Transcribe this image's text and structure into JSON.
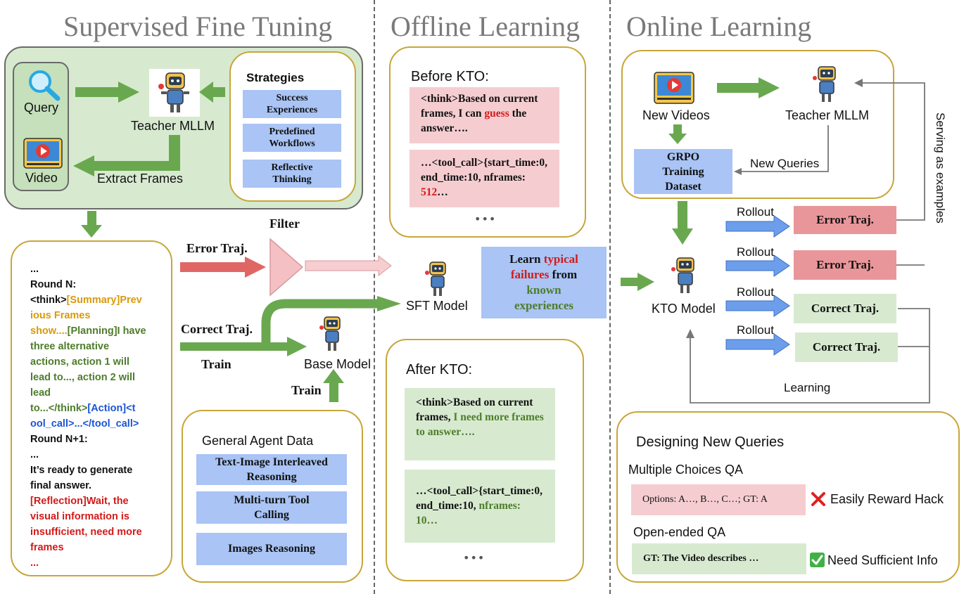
{
  "sections": {
    "sft": "Supervised Fine Tuning",
    "offline": "Offline Learning",
    "online": "Online Learning"
  },
  "sft": {
    "query": "Query",
    "video": "Video",
    "teacher": "Teacher MLLM",
    "extract_frames": "Extract Frames",
    "strategies_title": "Strategies",
    "strategies": [
      "Success Experiences",
      "Predefined Workflows",
      "Reflective Thinking"
    ],
    "filter": "Filter",
    "error_traj": "Error Traj.",
    "correct_traj": "Correct Traj.",
    "train1": "Train",
    "train2": "Train",
    "base_model": "Base Model",
    "sft_model": "SFT Model",
    "trace": {
      "l1": "...",
      "l2": "Round N:",
      "l3a": "<think>",
      "l3b": "[Summary]Prev",
      "l4": "ious Frames",
      "l5a": "show....",
      "l5b": "[Planning]I have",
      "l6": "three alternative",
      "l7": "actions, action 1 will",
      "l8": "lead to..., action 2 will",
      "l9": "lead",
      "l10a": "to...</think>",
      "l10b": "[Action]<t",
      "l11": "ool_call>...</tool_call>",
      "l12": "Round N+1:",
      "l13": "...",
      "l14": "It’s ready to generate",
      "l15": "final answer.",
      "l16": "[Reflection]Wait, the",
      "l17": "visual information is",
      "l18": "insufficient, need more",
      "l19": "frames",
      "l20": "..."
    },
    "general_title": "General Agent Data",
    "general": [
      "Text-Image Interleaved Reasoning",
      "Multi-turn Tool Calling",
      "Images Reasoning"
    ]
  },
  "offline": {
    "before_title": "Before KTO:",
    "before_think_1": "<think>Based on current frames, I can ",
    "before_think_red": "guess",
    "before_think_2": " the answer….",
    "before_tool_1": "…<tool_call>{start_time:0, end_time:10, nframes: ",
    "before_tool_red": "512",
    "before_tool_2": "…",
    "dots": "•••",
    "after_title": "After KTO:",
    "after_think_1": "<think>Based on current frames, ",
    "after_think_green": "I need more frames to answer….",
    "after_tool_1": "…<tool_call>{start_time:0, end_time:10, ",
    "after_tool_green": "nframes: 10…",
    "learn_1": "Learn ",
    "learn_red1": "typical",
    "learn_red2": "failures",
    "learn_2": " from",
    "learn_green1": "known",
    "learn_green2": "experiences"
  },
  "online": {
    "new_videos": "New Videos",
    "teacher": "Teacher MLLM",
    "grpo": "GRPO Training Dataset",
    "new_queries": "New Queries",
    "serving": "Serving as examples",
    "kto_model": "KTO Model",
    "rollouts": [
      "Rollout",
      "Rollout",
      "Rollout",
      "Rollout"
    ],
    "trajs": [
      "Error Traj.",
      "Error Traj.",
      "Correct Traj.",
      "Correct Traj."
    ],
    "learning": "Learning",
    "design_title": "Designing New Queries",
    "mcqa": "Multiple Choices QA",
    "mcqa_box": "Options: A…, B…, C…; GT: A",
    "mcqa_note": "Easily Reward Hack",
    "oeqa": "Open-ended QA",
    "oeqa_box": "GT: The Video describes …",
    "oeqa_note": "Need Sufficient Info"
  },
  "colors": {
    "arrow_green": "#6aa84f",
    "arrow_red": "#e06666",
    "arrow_blue": "#6d9eeb",
    "panel_border": "#c8a63a",
    "blue_box": "#a9c4f5",
    "pink_box": "#f5cdd0",
    "green_box": "#d7ead0"
  }
}
